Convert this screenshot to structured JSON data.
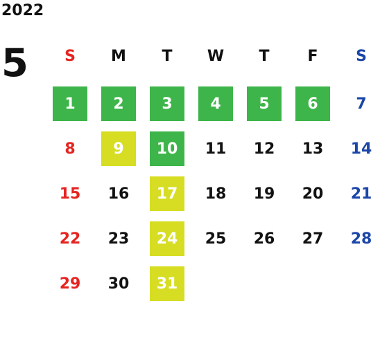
{
  "year": "2022",
  "month": "5",
  "weekdays": [
    {
      "label": "S",
      "kind": "sun"
    },
    {
      "label": "M",
      "kind": "wk"
    },
    {
      "label": "T",
      "kind": "wk"
    },
    {
      "label": "W",
      "kind": "wk"
    },
    {
      "label": "T",
      "kind": "wk"
    },
    {
      "label": "F",
      "kind": "wk"
    },
    {
      "label": "S",
      "kind": "sat"
    }
  ],
  "weeks": [
    [
      {
        "day": "1",
        "hl": "green"
      },
      {
        "day": "2",
        "hl": "green"
      },
      {
        "day": "3",
        "hl": "green"
      },
      {
        "day": "4",
        "hl": "green"
      },
      {
        "day": "5",
        "hl": "green"
      },
      {
        "day": "6",
        "hl": "green"
      },
      {
        "day": "7",
        "hl": ""
      }
    ],
    [
      {
        "day": "8",
        "hl": ""
      },
      {
        "day": "9",
        "hl": "yellow"
      },
      {
        "day": "10",
        "hl": "green"
      },
      {
        "day": "11",
        "hl": ""
      },
      {
        "day": "12",
        "hl": ""
      },
      {
        "day": "13",
        "hl": ""
      },
      {
        "day": "14",
        "hl": ""
      }
    ],
    [
      {
        "day": "15",
        "hl": ""
      },
      {
        "day": "16",
        "hl": ""
      },
      {
        "day": "17",
        "hl": "yellow"
      },
      {
        "day": "18",
        "hl": ""
      },
      {
        "day": "19",
        "hl": ""
      },
      {
        "day": "20",
        "hl": ""
      },
      {
        "day": "21",
        "hl": ""
      }
    ],
    [
      {
        "day": "22",
        "hl": ""
      },
      {
        "day": "23",
        "hl": ""
      },
      {
        "day": "24",
        "hl": "yellow"
      },
      {
        "day": "25",
        "hl": ""
      },
      {
        "day": "26",
        "hl": ""
      },
      {
        "day": "27",
        "hl": ""
      },
      {
        "day": "28",
        "hl": ""
      }
    ],
    [
      {
        "day": "29",
        "hl": ""
      },
      {
        "day": "30",
        "hl": ""
      },
      {
        "day": "31",
        "hl": "yellow"
      }
    ]
  ],
  "colors": {
    "sunday": "#e52421",
    "saturday": "#1b46a8",
    "weekday": "#111111",
    "highlight_green": "#3db54a",
    "highlight_yellow": "#d6dd22"
  }
}
